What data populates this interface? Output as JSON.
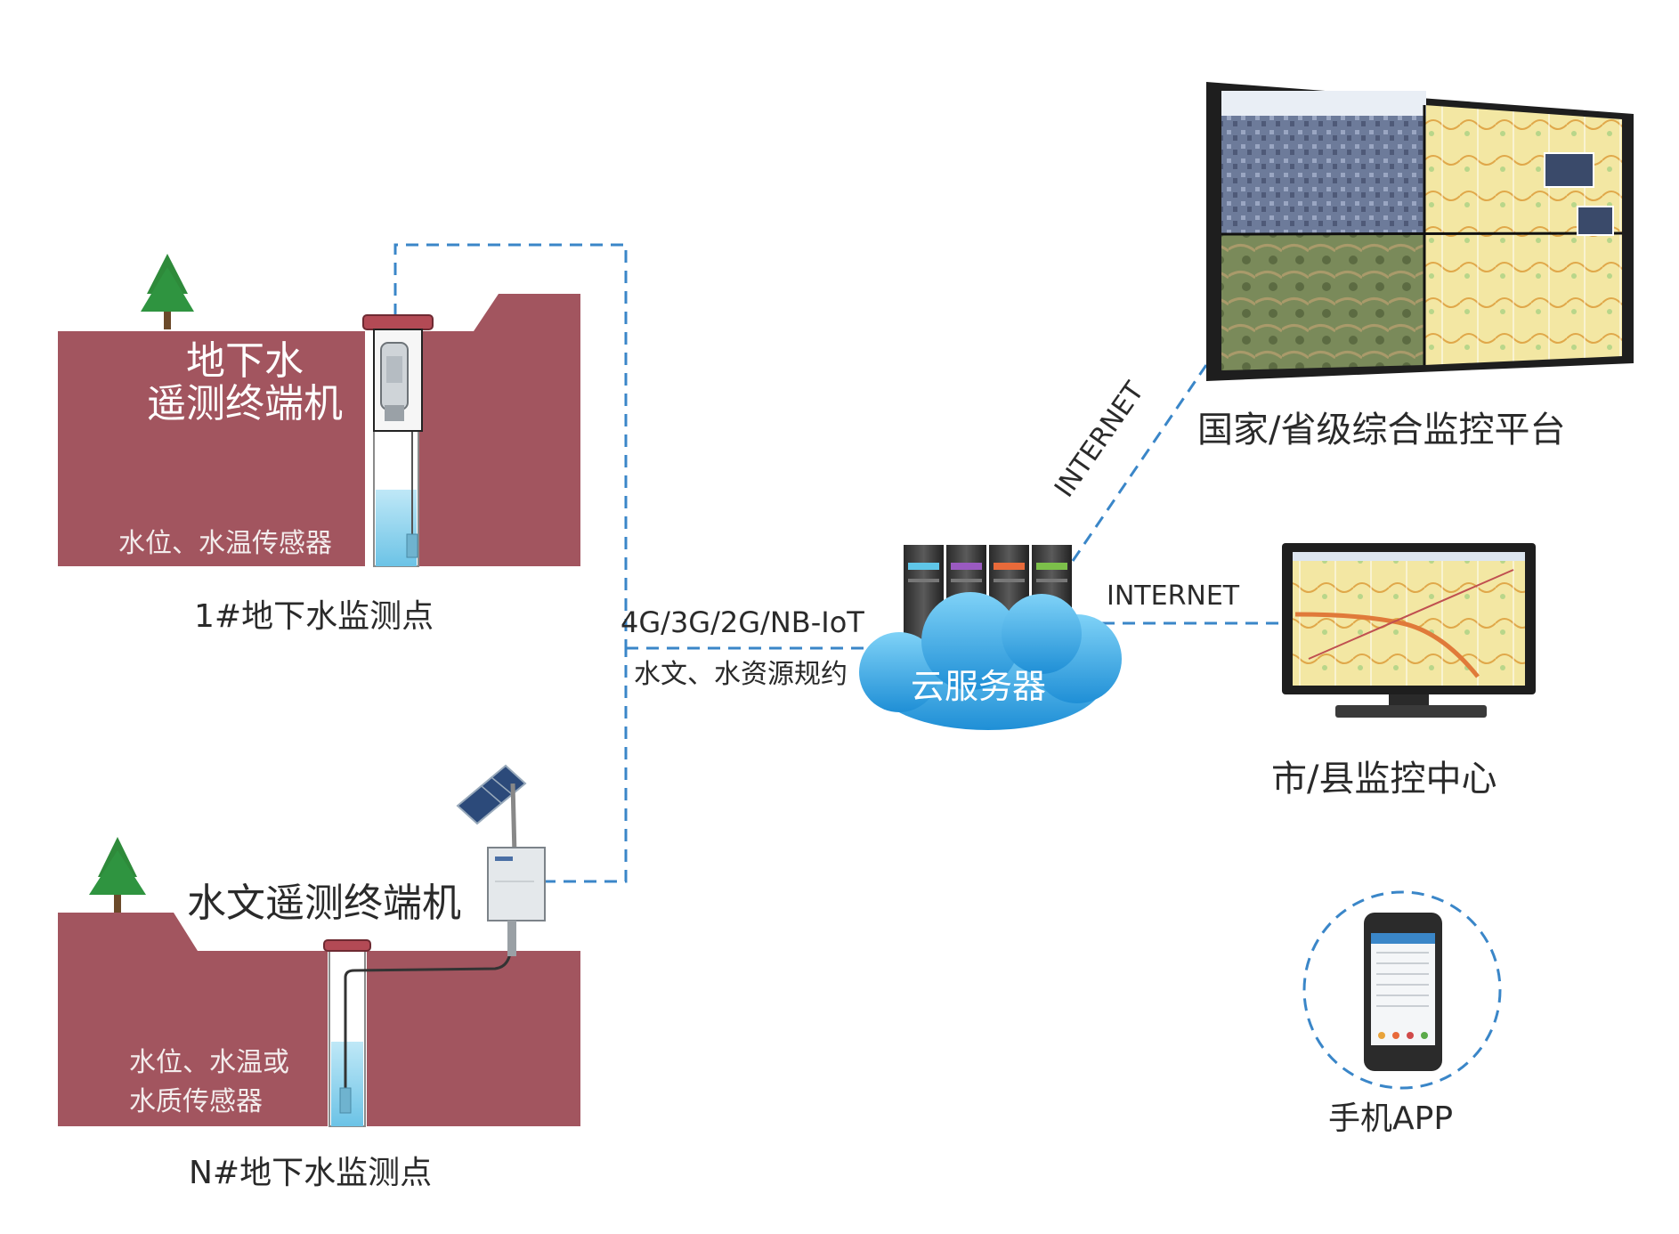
{
  "site1": {
    "terminal_title_line1": "地下水",
    "terminal_title_line2": "遥测终端机",
    "sensor_label": "水位、水温传感器",
    "caption": "1#地下水监测点"
  },
  "siteN": {
    "terminal_title": "水文遥测终端机",
    "sensor_line1": "水位、水温或",
    "sensor_line2": "水质传感器",
    "caption": "N#地下水监测点"
  },
  "communication": {
    "protocol": "4G/3G/2G/NB-IoT",
    "standard": "水文、水资源规约"
  },
  "cloud": {
    "label": "云服务器"
  },
  "links": {
    "internet_top": "INTERNET",
    "internet_mid": "INTERNET"
  },
  "platforms": {
    "national": "国家/省级综合监控平台",
    "city": "市/县监控中心",
    "app": "手机APP"
  },
  "colors": {
    "ground": "#a2555f",
    "dashed_line": "#3a86c8",
    "water": "#8fd0ec",
    "cloud": "#3aa8e6",
    "tree": "#2e8a3a"
  }
}
